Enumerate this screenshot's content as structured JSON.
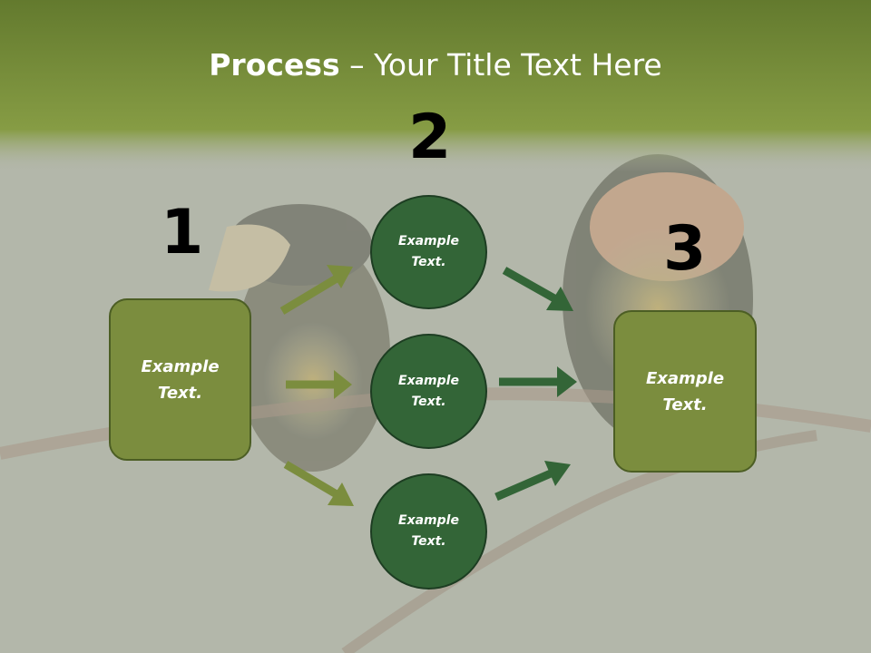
{
  "slide": {
    "title_bold": "Process",
    "title_rest": " – Your Title Text Here"
  },
  "numbers": {
    "n1": "1",
    "n2": "2",
    "n3": "3"
  },
  "left_box": {
    "text": "Example\nText."
  },
  "right_box": {
    "text": "Example\nText."
  },
  "circles": [
    {
      "text": "Example\nText."
    },
    {
      "text": "Example\nText."
    },
    {
      "text": "Example\nText."
    }
  ],
  "colors": {
    "header_green": "#7a9238",
    "box_fill": "#7b8d3e",
    "box_border": "#4c5e24",
    "circle_fill": "#336537",
    "circle_border": "#1d3d22",
    "arrow_left": "#7b8d3e",
    "arrow_right": "#336537"
  }
}
